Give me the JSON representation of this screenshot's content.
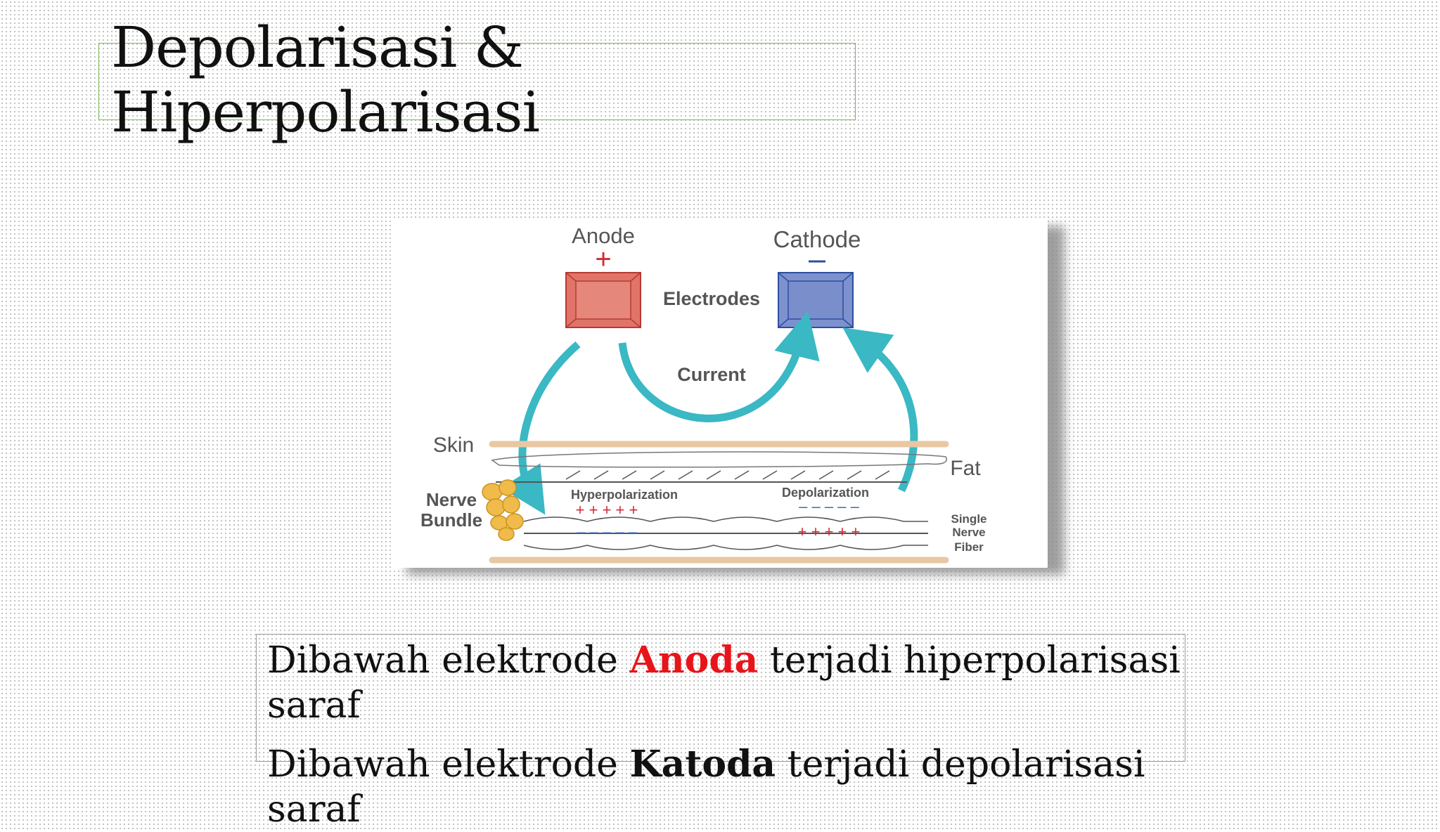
{
  "slide": {
    "title_line1": "Depolarisasi &",
    "title_line2": "Hiperpolarisasi"
  },
  "figure": {
    "anode_label": "Anode",
    "anode_sign": "+",
    "cathode_label": "Cathode",
    "cathode_sign": "−",
    "electrodes_label": "Electrodes",
    "current_label": "Current",
    "skin_label": "Skin",
    "fat_label": "Fat",
    "nerve_bundle_label_1": "Nerve",
    "nerve_bundle_label_2": "Bundle",
    "hyperpolarization_label": "Hyperpolarization",
    "depolarization_label": "Depolarization",
    "hyper_top_charges": "+ + + + +",
    "hyper_bottom_charges": "– – – – –",
    "depol_top_charges": "– – – – –",
    "depol_bottom_charges": "+ + + + +",
    "fiber_label_1": "Single",
    "fiber_label_2": "Nerve",
    "fiber_label_3": "Fiber",
    "colors": {
      "anode": "#e07469",
      "cathode": "#7d91cf",
      "current_arrow": "#3ab8c4",
      "skin": "#e8c7a3",
      "plus_charge": "#d22b34",
      "minus_charge": "#3b68b8",
      "nerve_bundle": "#f0bb4a"
    }
  },
  "caption": {
    "line1_pre": "Dibawah elektrode ",
    "line1_emph": "Anoda",
    "line1_post": " terjadi hiperpolarisasi saraf",
    "line2_pre": "Dibawah elektrode ",
    "line2_emph": "Katoda",
    "line2_post": " terjadi depolarisasi saraf"
  }
}
